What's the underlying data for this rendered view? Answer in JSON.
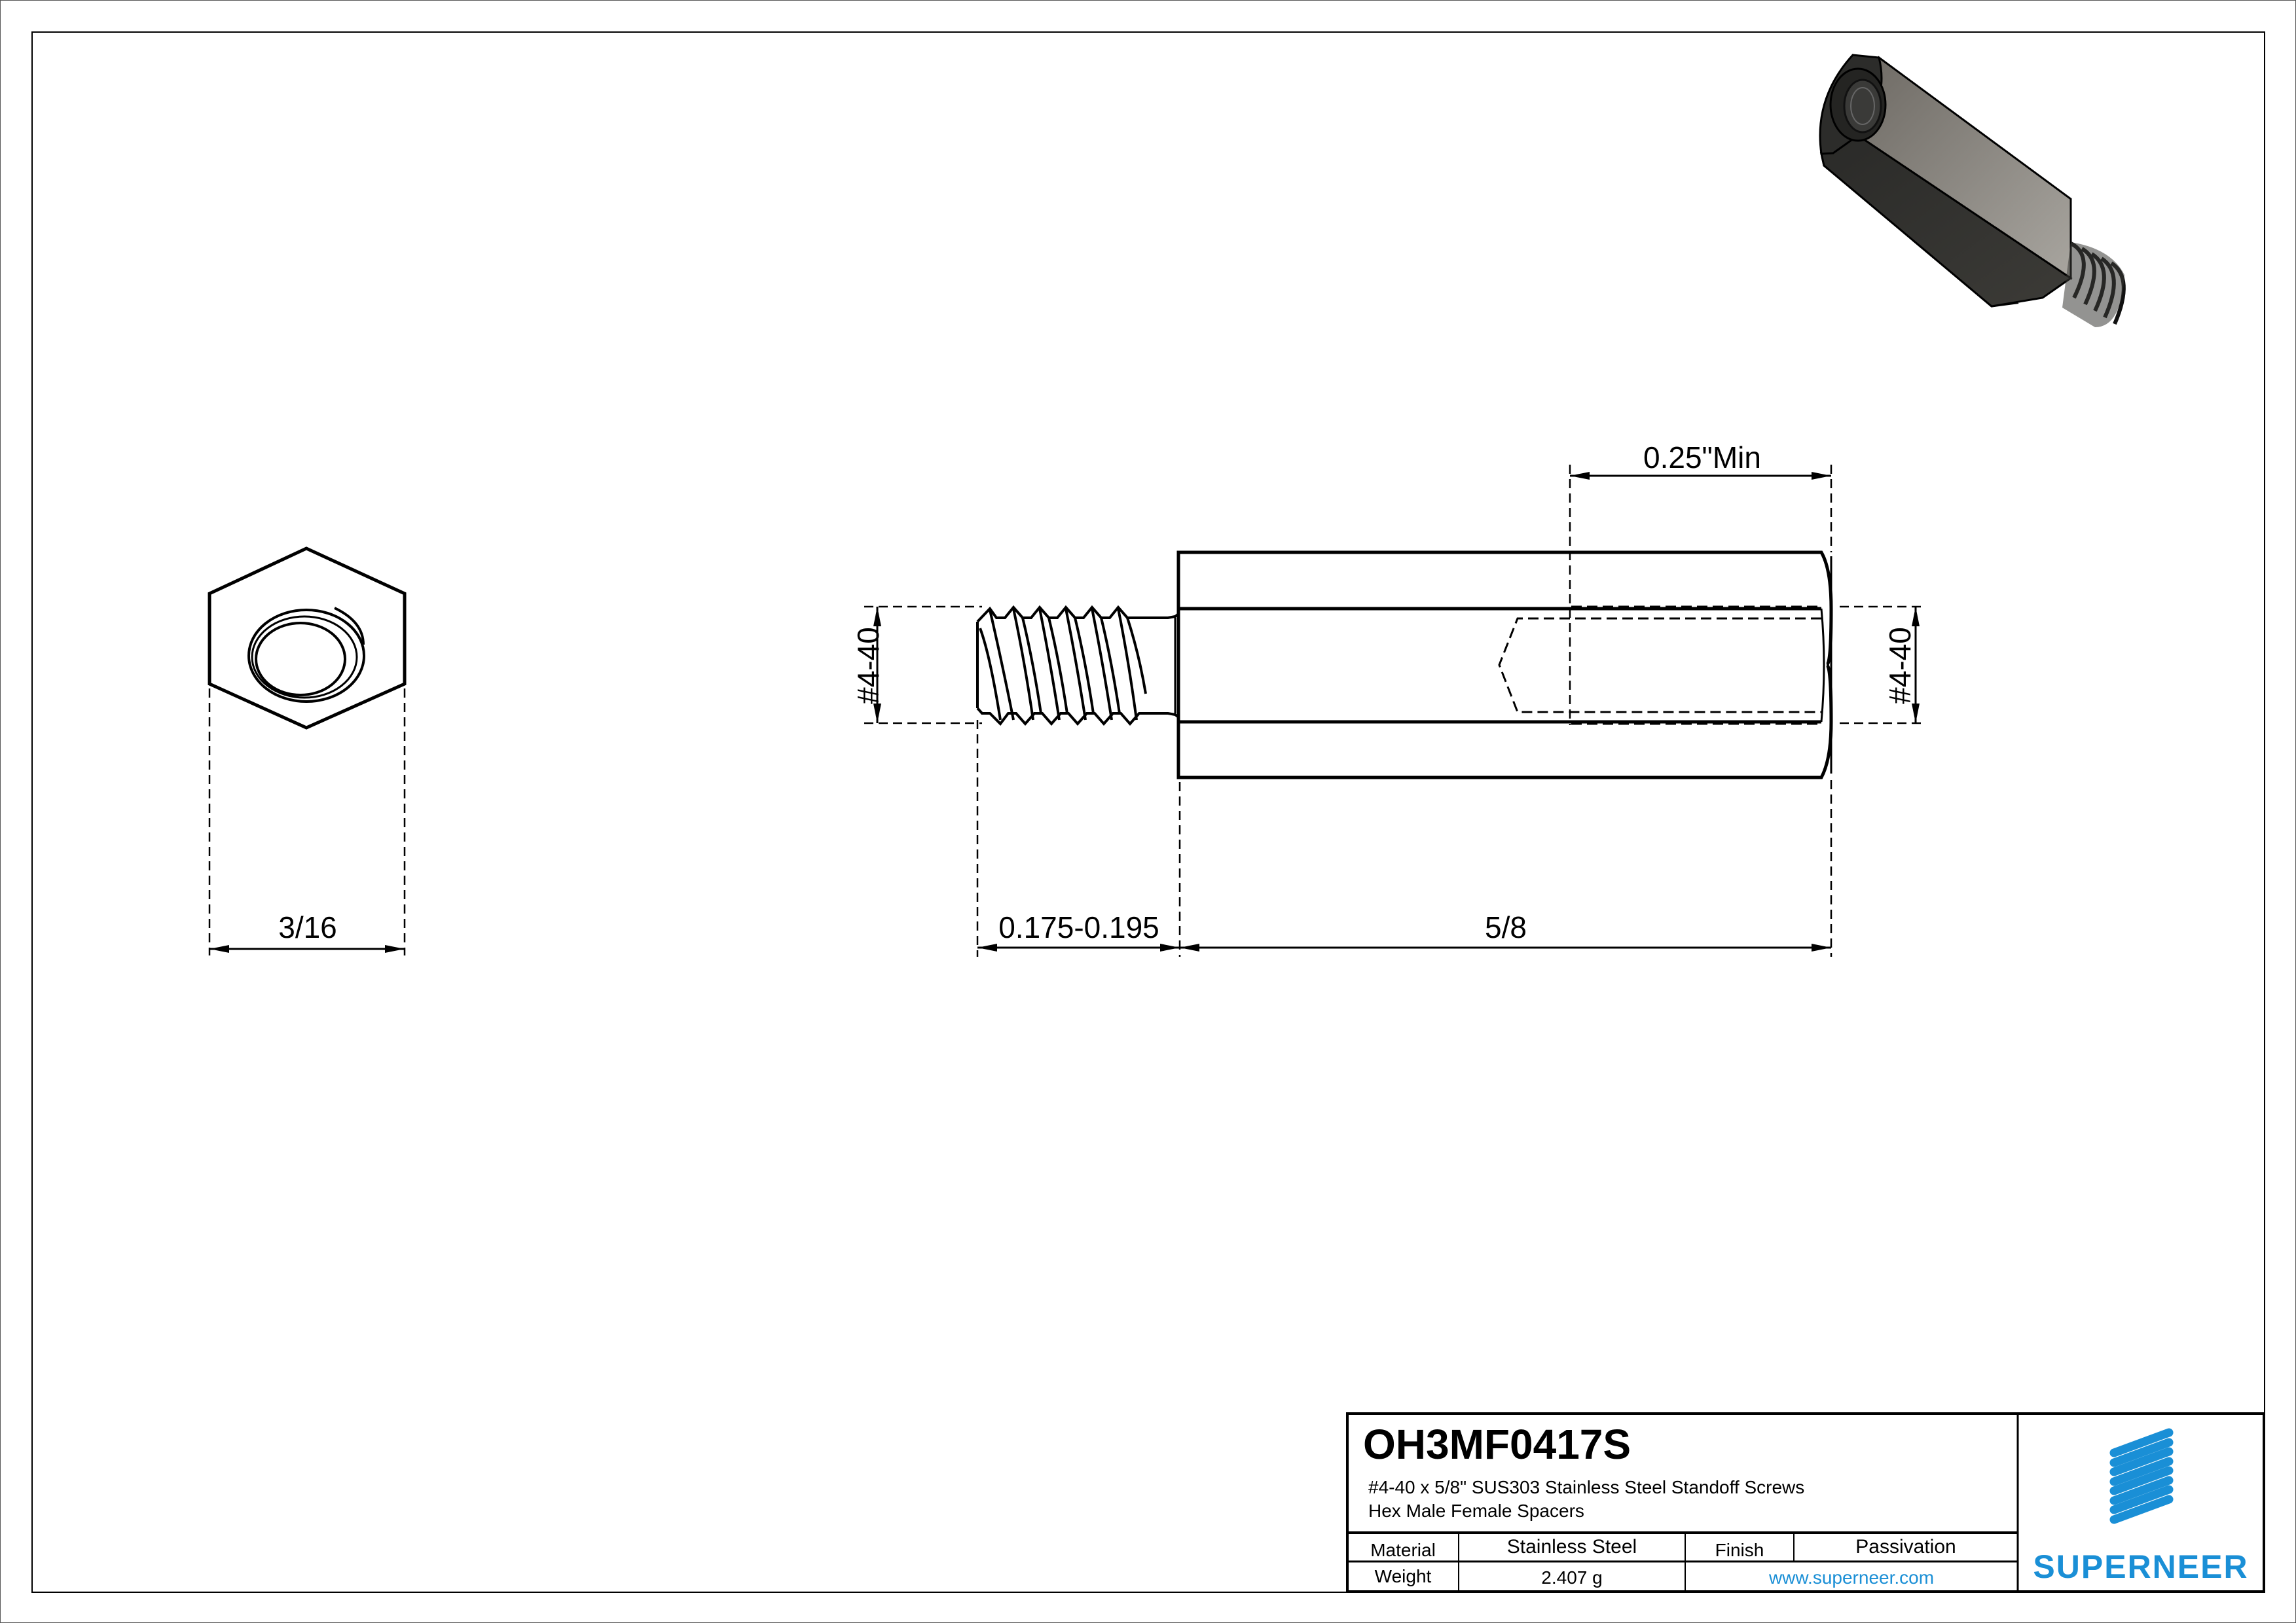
{
  "drawing": {
    "part_number": "OH3MF0417S",
    "description_line1": "#4-40 x 5/8\" SUS303 Stainless Steel Standoff Screws",
    "description_line2": "Hex Male Female Spacers",
    "views": [
      "end-view-hex",
      "side-view",
      "isometric-render"
    ]
  },
  "dimensions": {
    "hex_across_flats": "3/16",
    "male_thread_length": "0.175-0.195",
    "body_length": "5/8",
    "female_thread_depth": "0.25\"Min",
    "male_thread_size": "#4-40",
    "female_thread_size": "#4-40"
  },
  "title_block": {
    "material_label": "Material",
    "material_value": "Stainless Steel",
    "finish_label": "Finish",
    "finish_value": "Passivation",
    "weight_label": "Weight",
    "weight_value": "2.407 g",
    "website": "www.superneer.com"
  },
  "brand": {
    "name": "SUPERNEER",
    "logo_icon": "diagonal-stripes-logo",
    "color": "#1a8fd6"
  }
}
